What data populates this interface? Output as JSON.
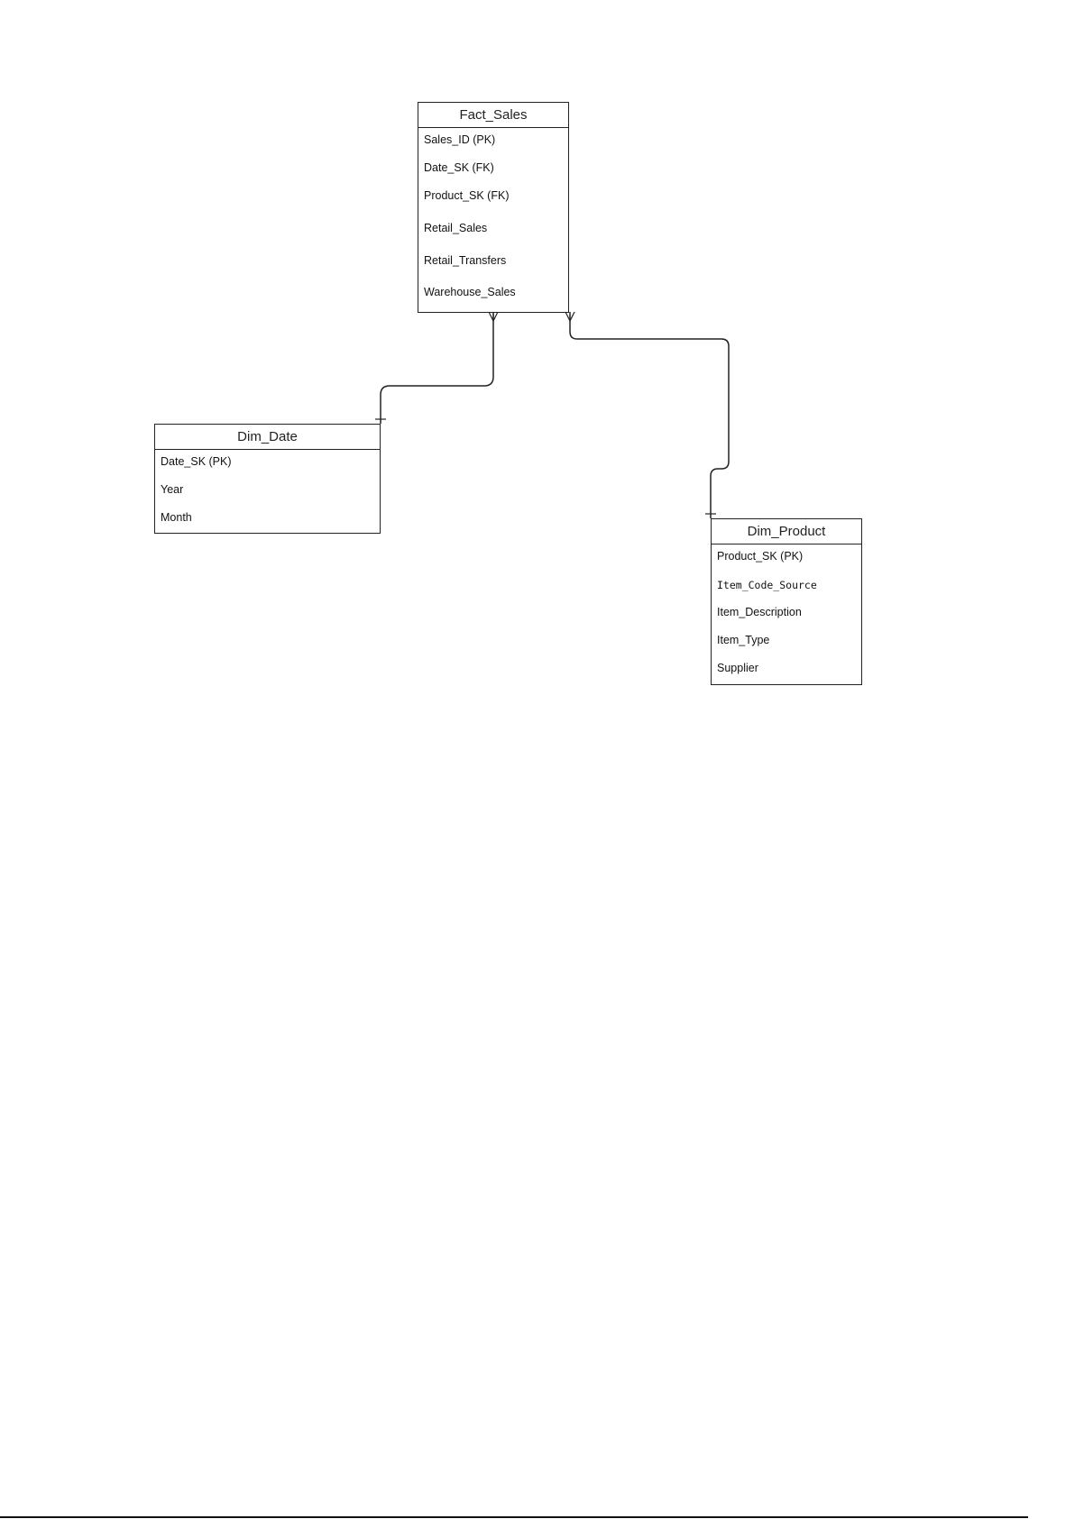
{
  "tables": {
    "fact_sales": {
      "title": "Fact_Sales",
      "fields": [
        "Sales_ID (PK)",
        "Date_SK (FK)",
        "Product_SK (FK)",
        "Retail_Sales",
        "Retail_Transfers",
        "Warehouse_Sales"
      ]
    },
    "dim_date": {
      "title": "Dim_Date",
      "fields": [
        "Date_SK (PK)",
        "Year",
        "Month"
      ]
    },
    "dim_product": {
      "title": "Dim_Product",
      "fields": [
        "Product_SK (PK)",
        "Item_Code_Source",
        "Item_Description",
        "Item_Type",
        "Supplier"
      ]
    }
  },
  "relationships": [
    {
      "from": "Fact_Sales",
      "to": "Dim_Date",
      "cardinality": "many-to-one"
    },
    {
      "from": "Fact_Sales",
      "to": "Dim_Product",
      "cardinality": "many-to-one"
    }
  ]
}
